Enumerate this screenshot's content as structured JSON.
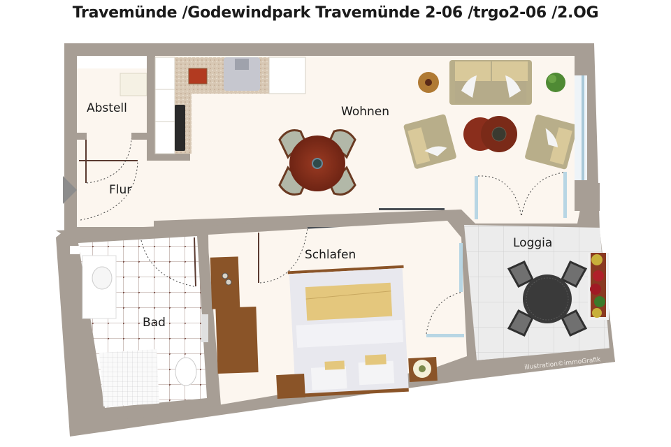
{
  "header": {
    "title": "Travemünde /Godewindpark Travemünde 2-06 /trgo2-06 /2.OG"
  },
  "rooms": {
    "abstell": "Abstell",
    "flur": "Flur",
    "wohnen": "Wohnen",
    "schlafen": "Schlafen",
    "bad": "Bad",
    "loggia": "Loggia"
  },
  "credit": "illustration©immoGrafik",
  "icons": {
    "entrance": "entrance-arrow-icon"
  },
  "colors": {
    "wall": "#a79e95",
    "floor": "#fcf6ef",
    "wood": "#8b5a2b",
    "table_red": "#8a2e1c",
    "sofa": "#c9bf9a",
    "bed_throw": "#e4c77d",
    "tile": "#f0f0f0"
  }
}
